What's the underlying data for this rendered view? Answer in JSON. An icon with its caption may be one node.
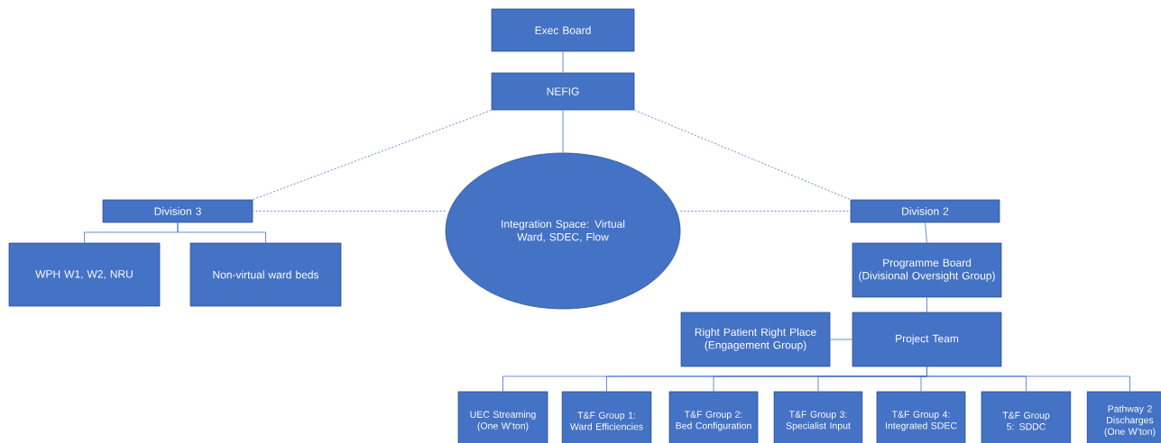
{
  "diagram": {
    "nodes": [
      {
        "text": [
          "Exec Board"
        ]
      },
      {
        "text": [
          "NEFIG"
        ]
      },
      {
        "text": [
          "Integration Space: Virtual Ward, SDEC, Flow"
        ]
      },
      {
        "text": [
          "Division 3"
        ]
      },
      {
        "text": [
          "WPH W1, W2, NRU"
        ]
      },
      {
        "text": [
          "Non-virtual ward beds"
        ]
      },
      {
        "text": [
          "Division 2"
        ]
      },
      {
        "text": [
          "Programme Board (Divisional Oversight Group)"
        ]
      },
      {
        "text": [
          "Right Patient Right Place (Engagement Group)"
        ]
      },
      {
        "text": [
          "Project Team"
        ]
      },
      {
        "text": [
          "UEC Streaming (One W’ton)"
        ]
      },
      {
        "text": [
          "T&F Group 1: Ward Efficiencies"
        ]
      },
      {
        "text": [
          "T&F Group 2: Bed Configuration"
        ]
      },
      {
        "text": [
          "T&F Group 3: Specialist Input"
        ]
      },
      {
        "text": [
          "T&F Group 4: Integrated SDEC"
        ]
      },
      {
        "text": [
          "T&F Group 5: SDDC"
        ]
      },
      {
        "text": [
          "Pathway 2 Discharges (One W’ton)"
        ]
      }
    ],
    "edges": [
      {
        "from": 0,
        "to": 1,
        "arrow": "none"
      },
      {
        "from": 1,
        "to": 2,
        "arrow": "none"
      },
      {
        "from": 1,
        "to": 3,
        "arrow": "none",
        "style": "dashed"
      },
      {
        "from": 1,
        "to": 6,
        "arrow": "none",
        "style": "dashed"
      },
      {
        "from": 2,
        "to": 3,
        "arrow": "none",
        "style": "dashed"
      },
      {
        "from": 2,
        "to": 6,
        "arrow": "none",
        "style": "dashed"
      },
      {
        "from": 3,
        "to": 4,
        "arrow": "none"
      },
      {
        "from": 3,
        "to": 5,
        "arrow": "none"
      },
      {
        "from": 6,
        "to": 7,
        "arrow": "none"
      },
      {
        "from": 7,
        "to": 9,
        "arrow": "none"
      },
      {
        "from": 8,
        "to": 9,
        "arrow": "none"
      },
      {
        "from": 9,
        "to": 10,
        "arrow": "none"
      },
      {
        "from": 9,
        "to": 11,
        "arrow": "none"
      },
      {
        "from": 9,
        "to": 12,
        "arrow": "none"
      },
      {
        "from": 9,
        "to": 13,
        "arrow": "none"
      },
      {
        "from": 9,
        "to": 14,
        "arrow": "none"
      },
      {
        "from": 9,
        "to": 15,
        "arrow": "none"
      },
      {
        "from": 9,
        "to": 16,
        "arrow": "none"
      }
    ]
  }
}
